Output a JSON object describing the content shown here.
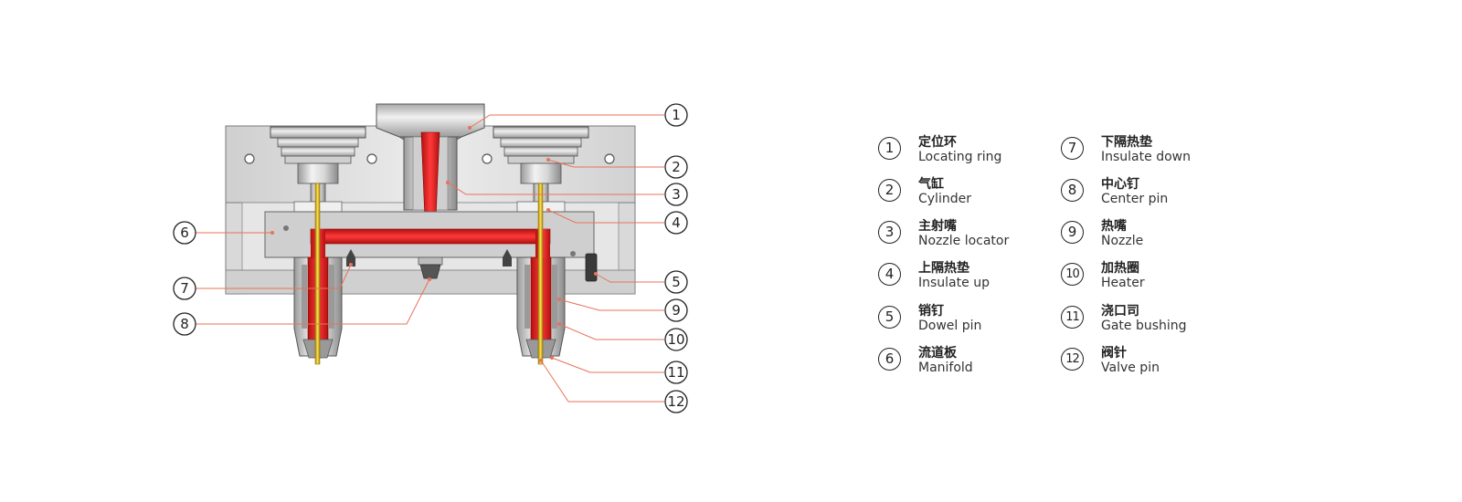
{
  "callouts": [
    {
      "num": "1"
    },
    {
      "num": "2"
    },
    {
      "num": "3"
    },
    {
      "num": "4"
    },
    {
      "num": "5"
    },
    {
      "num": "6"
    },
    {
      "num": "7"
    },
    {
      "num": "8"
    },
    {
      "num": "9"
    },
    {
      "num": "10"
    },
    {
      "num": "11"
    },
    {
      "num": "12"
    }
  ],
  "legend": [
    {
      "num": "1",
      "zh": "定位环",
      "en": "Locating ring"
    },
    {
      "num": "2",
      "zh": "气缸",
      "en": "Cylinder"
    },
    {
      "num": "3",
      "zh": "主射嘴",
      "en": "Nozzle locator"
    },
    {
      "num": "4",
      "zh": "上隔热垫",
      "en": "Insulate up"
    },
    {
      "num": "5",
      "zh": "销钉",
      "en": "Dowel pin"
    },
    {
      "num": "6",
      "zh": "流道板",
      "en": "Manifold"
    },
    {
      "num": "7",
      "zh": "下隔热垫",
      "en": "Insulate down"
    },
    {
      "num": "8",
      "zh": "中心钉",
      "en": "Center pin"
    },
    {
      "num": "9",
      "zh": "热嘴",
      "en": "Nozzle"
    },
    {
      "num": "10",
      "zh": "加热圈",
      "en": "Heater"
    },
    {
      "num": "11",
      "zh": "浇口司",
      "en": "Gate bushing"
    },
    {
      "num": "12",
      "zh": "阀针",
      "en": "Valve pin"
    }
  ],
  "colors": {
    "melt_channel": "#e02020",
    "leader_line": "#e8735a",
    "plate_gray": "#d6d6d6",
    "steel_gray": "#bdbdbd",
    "valve_pin_gold": "#e8c200"
  }
}
